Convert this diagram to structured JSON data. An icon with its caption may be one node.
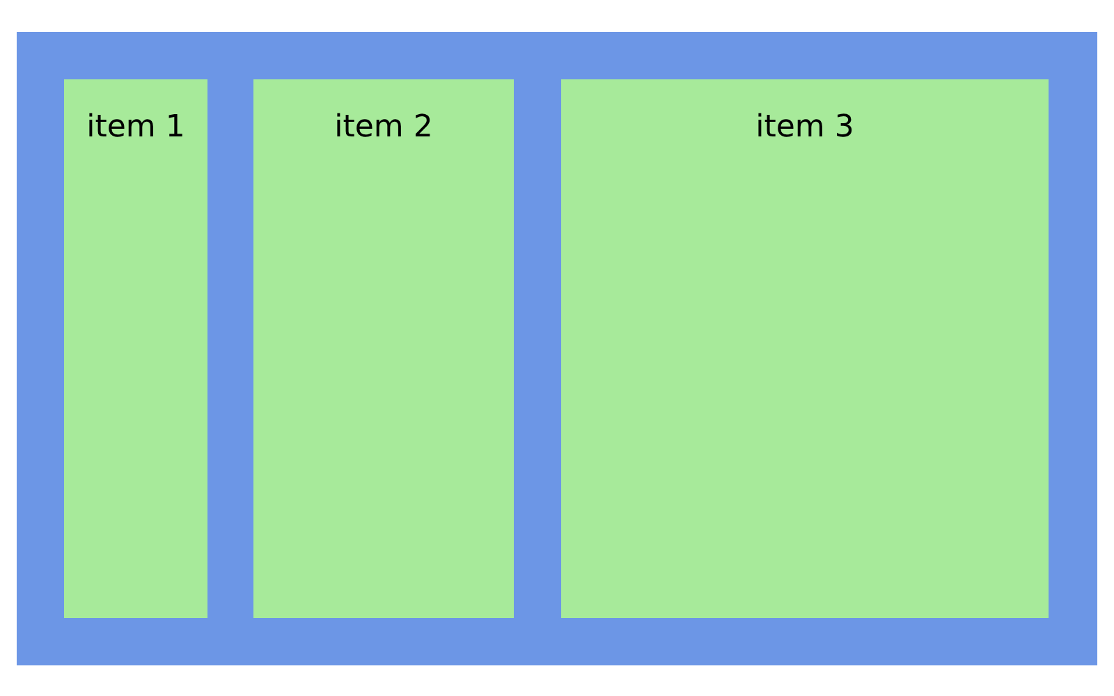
{
  "diagram": {
    "nodes": [
      {
        "text": [],
        "shape": "box"
      },
      {
        "text": [
          "item 1"
        ],
        "in": 0
      },
      {
        "text": [
          "item 2"
        ],
        "in": 0
      },
      {
        "text": [
          "item 3"
        ],
        "in": 0
      }
    ]
  }
}
